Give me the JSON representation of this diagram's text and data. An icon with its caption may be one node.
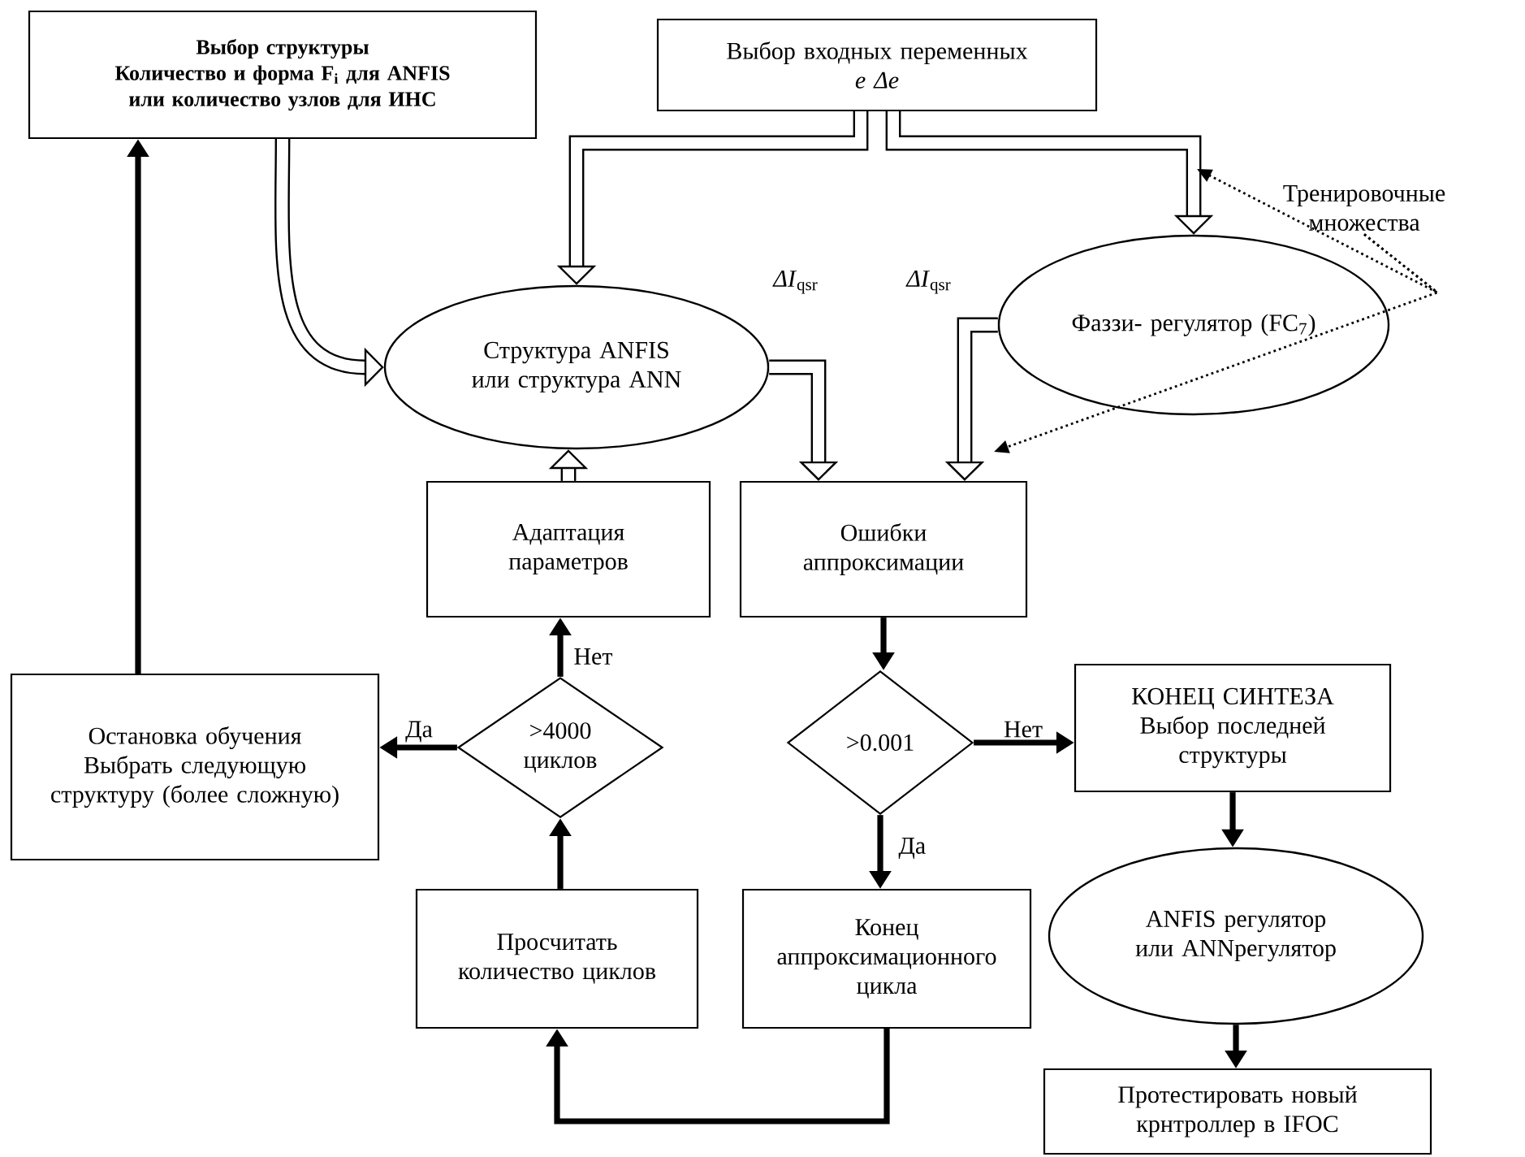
{
  "diagram": {
    "nodes": [
      {
        "text": [
          "Выбор структуры",
          "Количество и форма F$_{i}$ для ANFIS или количество узлов для ИНС"
        ]
      },
      {
        "text": [
          "Выбор входных переменных",
          "*e*  *Δe*"
        ]
      },
      {
        "text": [
          "Структура ANFIS или структура ANN"
        ]
      },
      {
        "text": [
          "Фаззи- регулятор (FC$_{7}$)"
        ]
      },
      {
        "text": [
          "Тренировочные множества"
        ]
      },
      {
        "text": [
          "Адаптация параметров"
        ]
      },
      {
        "text": [
          "Ошибки аппроксимации"
        ]
      },
      {
        "text": [
          "Остановка обучения",
          "Выбрать следующую структуру (более сложную)"
        ]
      },
      {
        "text": [
          ">4000 циклов"
        ]
      },
      {
        "text": [
          ">0.001"
        ]
      },
      {
        "text": [
          "КОНЕЦ СИНТЕЗА",
          "Выбор последней структуры"
        ]
      },
      {
        "text": [
          "Просчитать количество циклов"
        ]
      },
      {
        "text": [
          "Конец аппроксимационного цикла"
        ]
      },
      {
        "text": [
          "ANFIS регулятор или ANNрегулятор"
        ]
      },
      {
        "text": [
          "Протестировать новый крнтроллер в IFOC"
        ]
      }
    ],
    "edges": [
      {
        "from": 0,
        "to": 2,
        "arrow": "to",
        "style": "thick"
      },
      {
        "from": 1,
        "to": 2,
        "arrow": "to",
        "style": "thick"
      },
      {
        "from": 1,
        "to": 3,
        "arrow": "to",
        "style": "thick"
      },
      {
        "from": 2,
        "to": 6,
        "arrow": "to",
        "style": "thick",
        "label": "*ΔI*$_{qsr}$"
      },
      {
        "from": 3,
        "to": 6,
        "arrow": "to",
        "style": "thick",
        "label": "*ΔI*$_{qsr}$"
      },
      {
        "from": 5,
        "to": 2,
        "arrow": "to",
        "style": "thick"
      },
      {
        "from": 4,
        "to": null,
        "arrow": "to",
        "style": "dashed"
      },
      {
        "from": 4,
        "to": null,
        "arrow": "to",
        "style": "dashed"
      },
      {
        "from": 6,
        "to": 9,
        "arrow": "to"
      },
      {
        "from": 9,
        "to": 10,
        "arrow": "to",
        "label": "Нет"
      },
      {
        "from": 9,
        "to": 12,
        "arrow": "to",
        "label": "Да"
      },
      {
        "from": 12,
        "to": 11,
        "arrow": "to"
      },
      {
        "from": 11,
        "to": 8,
        "arrow": "to"
      },
      {
        "from": 8,
        "to": 5,
        "arrow": "to",
        "label": "Нет"
      },
      {
        "from": 8,
        "to": 7,
        "arrow": "to",
        "label": "Да"
      },
      {
        "from": 7,
        "to": 0,
        "arrow": "to"
      },
      {
        "from": 10,
        "to": 13,
        "arrow": "to"
      },
      {
        "from": 13,
        "to": 14,
        "arrow": "to"
      }
    ]
  }
}
